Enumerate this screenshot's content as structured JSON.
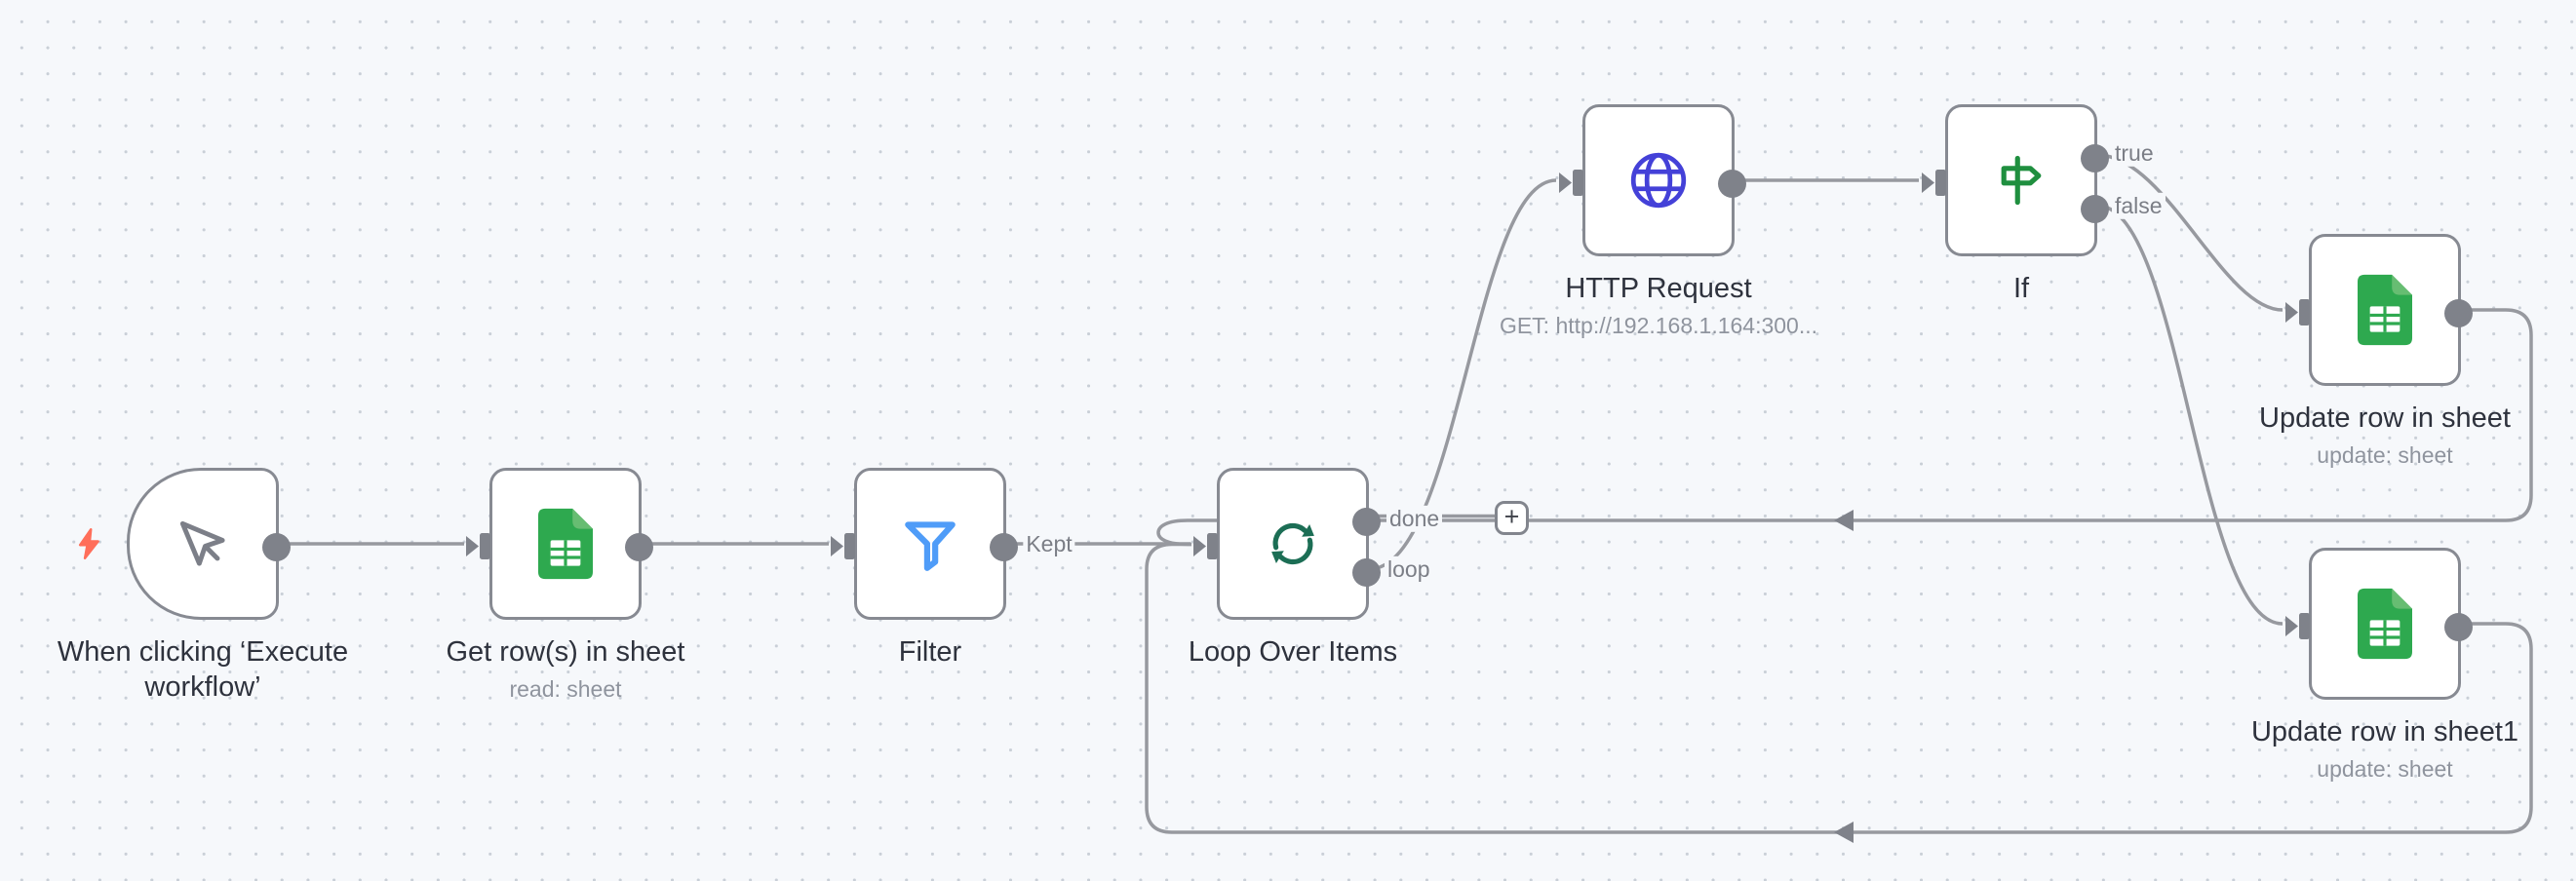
{
  "canvas": {
    "background": "#f6f8fb",
    "dot_color": "#c9cfd7"
  },
  "colors": {
    "edge_gray": "#97999f",
    "port_gray": "#7f828a",
    "node_border": "#878a92",
    "title_text": "#2e323d",
    "subtitle_text": "#8f949e",
    "edge_label_text": "#7b7e86",
    "trigger_bolt": "#ff6e5a",
    "sheets_green": "#2EA94F",
    "filter_blue": "#4f9cf8",
    "loop_green": "#1c6e55",
    "globe_indigo": "#4441d8",
    "if_green": "#1f8f3f"
  },
  "nodes": {
    "trigger": {
      "title": "When clicking ‘Execute workflow’"
    },
    "get_rows": {
      "title": "Get row(s) in sheet",
      "subtitle": "read: sheet"
    },
    "filter": {
      "title": "Filter"
    },
    "loop": {
      "title": "Loop Over Items",
      "output_done": "done",
      "output_loop": "loop"
    },
    "http": {
      "title": "HTTP Request",
      "subtitle": "GET: http://192.168.1.164:300..."
    },
    "if": {
      "title": "If",
      "output_true": "true",
      "output_false": "false"
    },
    "update_row_1": {
      "title": "Update row in sheet",
      "subtitle": "update: sheet"
    },
    "update_row_2": {
      "title": "Update row in sheet1",
      "subtitle": "update: sheet"
    }
  },
  "edges": {
    "kept_label": "Kept"
  },
  "plus_button_label": "+"
}
